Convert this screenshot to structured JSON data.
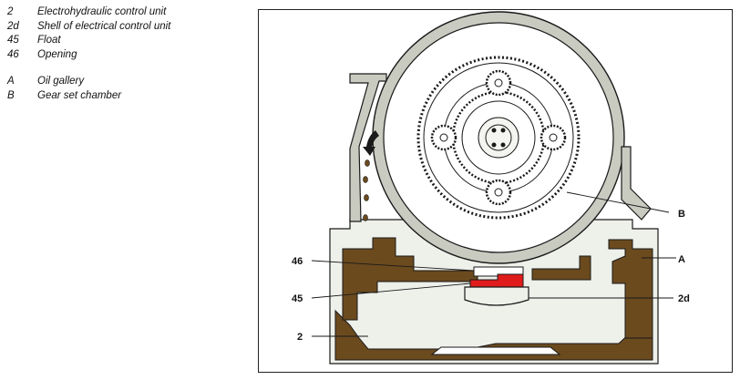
{
  "legend": {
    "items": [
      {
        "key": "2",
        "text": "Electrohydraulic control unit"
      },
      {
        "key": "2d",
        "text": "Shell of electrical control unit"
      },
      {
        "key": "45",
        "text": "Float"
      },
      {
        "key": "46",
        "text": "Opening"
      }
    ],
    "items2": [
      {
        "key": "A",
        "text": "Oil gallery"
      },
      {
        "key": "B",
        "text": "Gear set chamber"
      }
    ]
  },
  "callouts": {
    "b": "B",
    "a": "A",
    "n46": "46",
    "n45": "45",
    "n2d": "2d",
    "n2": "2"
  },
  "colors": {
    "oil": "#6b4a1e",
    "float": "#e01b1b",
    "housing": "#c9cbc1",
    "outline": "#1a1a1a"
  }
}
